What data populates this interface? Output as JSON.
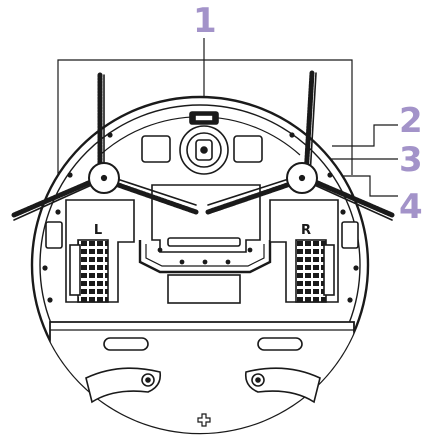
{
  "callouts": [
    {
      "label": "1"
    },
    {
      "label": "2"
    },
    {
      "label": "3"
    },
    {
      "label": "4"
    }
  ],
  "wheels": {
    "left_label": "L",
    "right_label": "R"
  },
  "colors": {
    "callout": "#a393c9",
    "line": "#1a1a1a",
    "fill": "#ffffff"
  }
}
